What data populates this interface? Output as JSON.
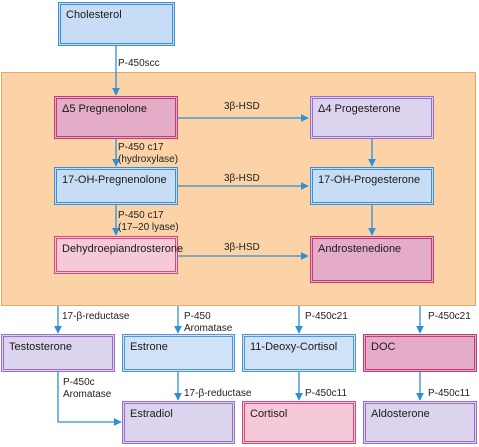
{
  "nodes": {
    "cholesterol": "Cholesterol",
    "pregnenolone": "Δ5 Pregnenolone",
    "progesterone": "Δ4 Progesterone",
    "oh_pregnenolone": "17-OH-Pregnenolone",
    "oh_progesterone": "17-OH-Progesterone",
    "dhea": "Dehydroepiandrosterone",
    "androstenedione": "Androstenedione",
    "testosterone": "Testosterone",
    "estrone": "Estrone",
    "deoxy_cortisol": "11-Deoxy-Cortisol",
    "doc": "DOC",
    "estradiol": "Estradiol",
    "cortisol": "Cortisol",
    "aldosterone": "Aldosterone"
  },
  "enzymes": {
    "scc": "P-450scc",
    "hsd_1": "3β-HSD",
    "hsd_2": "3β-HSD",
    "hsd_3": "3β-HSD",
    "c17_hydroxylase_1": "P-450 c17",
    "c17_hydroxylase_2": "(hydroxylase)",
    "c17_lyase_1": "P-450 c17",
    "c17_lyase_2": "(17–20 lyase)",
    "reductase_1": "17-β-reductase",
    "aromatase_a1": "P-450",
    "aromatase_a2": "Aromatase",
    "c21_a": "P-450c21",
    "c21_b": "P-450c21",
    "aromatase_b1": "P-450c",
    "aromatase_b2": "Aromatase",
    "reductase_2": "17-β-reductase",
    "c11_a": "P-450c11",
    "c11_b": "P-450c11"
  },
  "colors": {
    "region_fill": "#fbd3a6",
    "arrow": "#2f8fd8"
  }
}
